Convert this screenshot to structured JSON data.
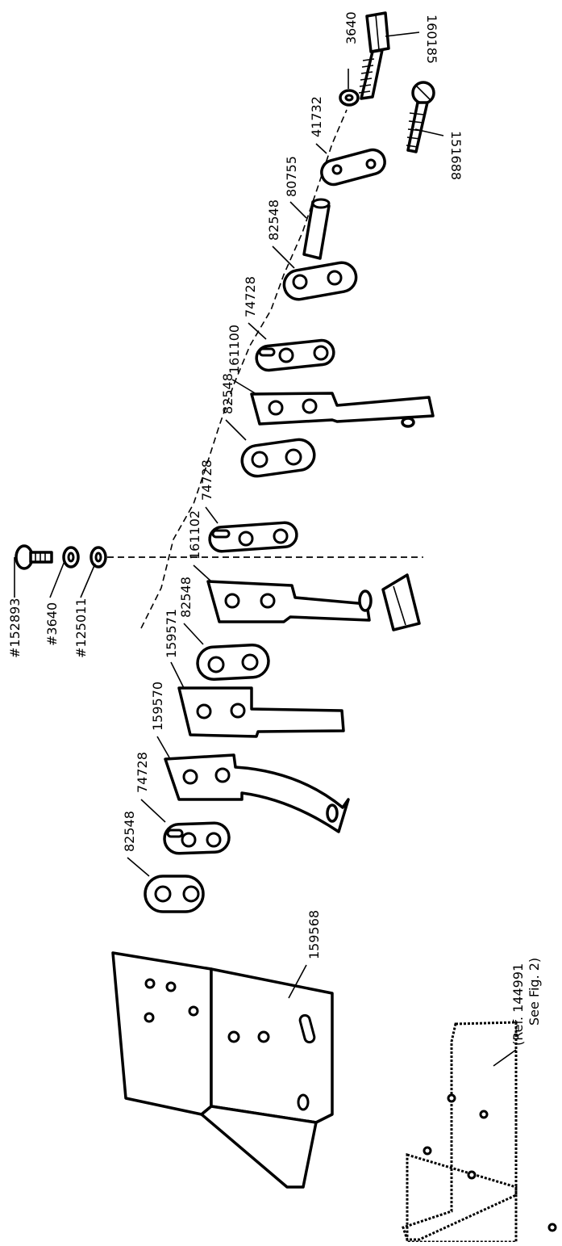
{
  "labels": {
    "p160185": "160185",
    "p3640_top": "3640",
    "p151688": "151688",
    "p41732": "41732",
    "p80755": "80755",
    "p82548_a": "82548",
    "p74728_a": "74728",
    "p161100": "161100",
    "p82548_b": "82548",
    "p74728_b": "74728",
    "p161102": "161102",
    "p82548_c": "82548",
    "p159571": "159571",
    "p159570": "159570",
    "p74728_c": "74728",
    "p82548_d": "82548",
    "p159568": "159568",
    "p152893": "#152893",
    "p3640_left": "#3640",
    "p125011": "#125011",
    "ref_line1": "(Ref. 144991",
    "ref_line2": "See Fig. 2)"
  }
}
